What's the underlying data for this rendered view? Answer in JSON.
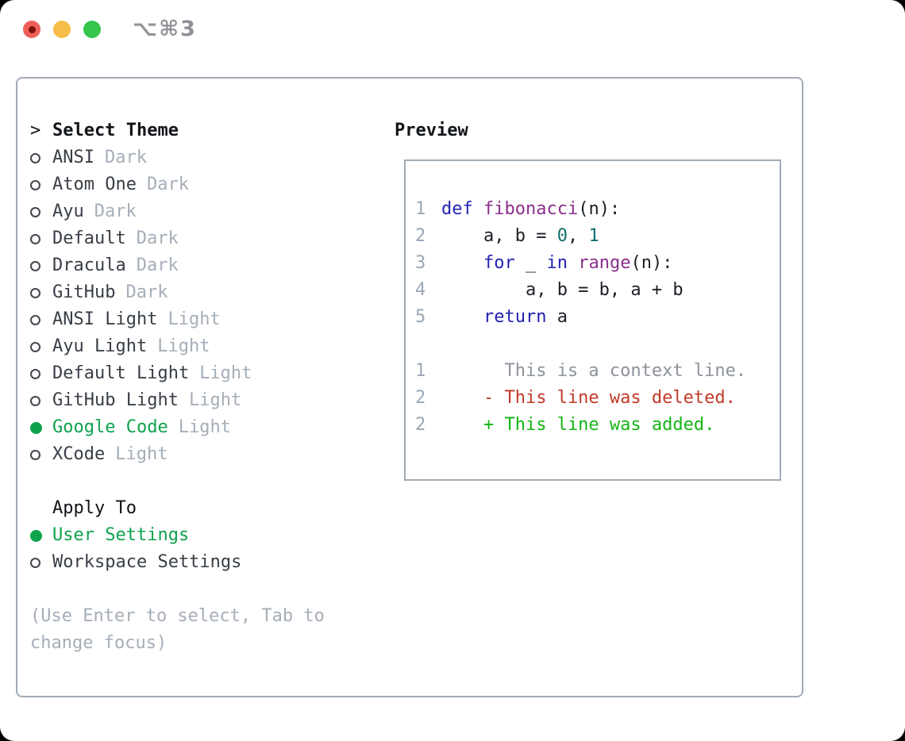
{
  "titlebar": {
    "shortcut": "⌥⌘3"
  },
  "theme_selector": {
    "prompt": ">",
    "title": "Select Theme",
    "items": [
      {
        "name": "ANSI",
        "variant": "Dark",
        "selected": false
      },
      {
        "name": "Atom One",
        "variant": "Dark",
        "selected": false
      },
      {
        "name": "Ayu",
        "variant": "Dark",
        "selected": false
      },
      {
        "name": "Default",
        "variant": "Dark",
        "selected": false
      },
      {
        "name": "Dracula",
        "variant": "Dark",
        "selected": false
      },
      {
        "name": "GitHub",
        "variant": "Dark",
        "selected": false
      },
      {
        "name": "ANSI Light",
        "variant": "Light",
        "selected": false
      },
      {
        "name": "Ayu Light",
        "variant": "Light",
        "selected": false
      },
      {
        "name": "Default Light",
        "variant": "Light",
        "selected": false
      },
      {
        "name": "GitHub Light",
        "variant": "Light",
        "selected": false
      },
      {
        "name": "Google Code",
        "variant": "Light",
        "selected": true
      },
      {
        "name": "XCode",
        "variant": "Light",
        "selected": false
      }
    ]
  },
  "apply_to": {
    "title": "Apply To",
    "options": [
      {
        "label": "User Settings",
        "selected": true
      },
      {
        "label": "Workspace Settings",
        "selected": false
      }
    ]
  },
  "help": {
    "lines": [
      "(Use Enter to select, Tab to",
      "change focus)"
    ]
  },
  "preview": {
    "title": "Preview",
    "lines": [
      {
        "num": "1",
        "seg": [
          {
            "t": "def",
            "c": "kw"
          },
          {
            "t": " ",
            "c": "plain"
          },
          {
            "t": "fibonacci",
            "c": "fn"
          },
          {
            "t": "(n):",
            "c": "plain"
          }
        ]
      },
      {
        "num": "2",
        "seg": [
          {
            "t": "    a, b = ",
            "c": "plain"
          },
          {
            "t": "0",
            "c": "lit"
          },
          {
            "t": ", ",
            "c": "plain"
          },
          {
            "t": "1",
            "c": "lit"
          }
        ]
      },
      {
        "num": "3",
        "seg": [
          {
            "t": "    ",
            "c": "plain"
          },
          {
            "t": "for",
            "c": "kw"
          },
          {
            "t": " _ ",
            "c": "plain"
          },
          {
            "t": "in",
            "c": "kw"
          },
          {
            "t": " ",
            "c": "plain"
          },
          {
            "t": "range",
            "c": "fn"
          },
          {
            "t": "(n):",
            "c": "plain"
          }
        ]
      },
      {
        "num": "4",
        "seg": [
          {
            "t": "        a, b = b, a + b",
            "c": "plain"
          }
        ]
      },
      {
        "num": "5",
        "seg": [
          {
            "t": "    ",
            "c": "plain"
          },
          {
            "t": "return",
            "c": "kw"
          },
          {
            "t": " a",
            "c": "plain"
          }
        ]
      },
      {
        "num": "",
        "seg": []
      },
      {
        "num": "1",
        "seg": [
          {
            "t": "      This is a context line.",
            "c": "ctx"
          }
        ]
      },
      {
        "num": "2",
        "seg": [
          {
            "t": "    - This line was deleted.",
            "c": "del"
          }
        ]
      },
      {
        "num": "2",
        "seg": [
          {
            "t": "    + This line was added.",
            "c": "add"
          }
        ]
      }
    ]
  },
  "colors": {
    "accent_green": "#0ea24d",
    "diff_added": "#16b516",
    "diff_deleted": "#c23a27",
    "diff_context": "#8d939b",
    "syntax_keyword": "#2222b2",
    "syntax_function": "#8b2f8b",
    "syntax_literal": "#0f6f6f",
    "code_plain": "#1c1f26",
    "line_number": "#9aa7b6",
    "muted": "#a5aeb9",
    "text": "#383e46",
    "title": "#111418",
    "border": "#a2abb5",
    "traffic_red": "#ee5f58",
    "traffic_red_dot": "#7a120b",
    "traffic_yellow": "#f6bd48",
    "traffic_green": "#35c64b"
  }
}
